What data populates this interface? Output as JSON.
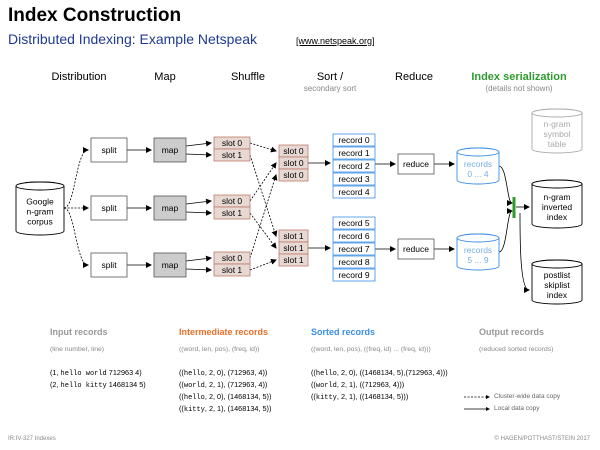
{
  "title": "Index Construction",
  "subtitle": "Distributed Indexing: Example Netspeak",
  "subtitle_link": "[www.netspeak.org]",
  "stages": {
    "distribution": "Distribution",
    "map": "Map",
    "shuffle": "Shuffle",
    "sort": "Sort /",
    "sort_sub": "secondary sort",
    "reduce": "Reduce",
    "index_serialization": "Index serialization",
    "index_serialization_sub": "(details not shown)"
  },
  "nodes": {
    "corpus": [
      "Google",
      "n-gram",
      "corpus"
    ],
    "split": "split",
    "map": "map",
    "slot0": "slot 0",
    "slot1": "slot 1",
    "records_top": [
      "record 0",
      "record 1",
      "record 2",
      "record 3",
      "record 4"
    ],
    "records_bottom": [
      "record 5",
      "record 6",
      "record 7",
      "record 8",
      "record 9"
    ],
    "reduce": "reduce",
    "db_top": [
      "records",
      "0 ... 4"
    ],
    "db_bottom": [
      "records",
      "5 ... 9"
    ],
    "symbol_table": [
      "n-gram",
      "symbol",
      "table"
    ],
    "inverted_index": [
      "n-gram",
      "inverted",
      "index"
    ],
    "postlist": [
      "postlist",
      "skiplist",
      "index"
    ]
  },
  "records": {
    "input": {
      "title": "Input records",
      "format": "(line number, line)",
      "lines": [
        {
          "pre": "(1, ",
          "mono": "hello world",
          "post": " 712963 4)"
        },
        {
          "pre": "(2, ",
          "mono": "hello kitty",
          "post": " 1468134 5)"
        }
      ]
    },
    "intermediate": {
      "title": "Intermediate records",
      "format": "((word, len, pos), (freq, id))",
      "lines": [
        {
          "pre": "((",
          "mono": "hello",
          "post": ", 2, 0), (712963, 4))"
        },
        {
          "pre": "((",
          "mono": "world",
          "post": ", 2, 1), (712963, 4))"
        },
        {
          "pre": "((",
          "mono": "hello",
          "post": ", 2, 0), (1468134, 5))"
        },
        {
          "pre": "((",
          "mono": "kitty",
          "post": ", 2, 1), (1468134, 5))"
        }
      ]
    },
    "sorted": {
      "title": "Sorted records",
      "format": "((word, len, pos), ((freq, id) ... (freq, id)))",
      "lines": [
        {
          "pre": "((",
          "mono": "hello",
          "post": ", 2, 0), ((1468134, 5),(712963, 4)))"
        },
        {
          "pre": "((",
          "mono": "world",
          "post": ", 2, 1), ((712963, 4)))"
        },
        {
          "pre": "((",
          "mono": "kitty",
          "post": ", 2, 1), ((1468134, 5)))"
        }
      ]
    },
    "output": {
      "title": "Output records",
      "format": "(reduced sorted records)"
    }
  },
  "legend": {
    "cluster": "Cluster-wide data copy",
    "local": "Local data copy"
  },
  "footer": {
    "left": "IR:IV-327   Indexes",
    "right": "© HAGEN/POTTHAST/STEIN 2017"
  },
  "colors": {
    "title": "#000000",
    "subtitle": "#1f3a93",
    "index_serialization": "#2e9b2e",
    "intermediate": "#e8702a",
    "sorted": "#3a8ee6",
    "muted": "#999999",
    "slot_fill": "#e6d8d2",
    "slot_stroke": "#c07a6a",
    "record_stroke": "#3a8ee6",
    "map_fill": "#cccccc"
  }
}
